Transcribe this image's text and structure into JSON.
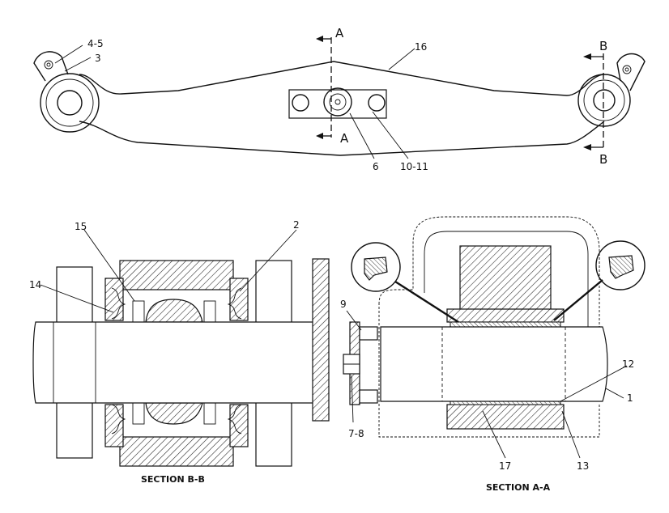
{
  "callouts": {
    "c1": "1",
    "c2": "2",
    "c3": "3",
    "c4_5": "4-5",
    "c6": "6",
    "c7_8": "7-8",
    "c9": "9",
    "c10_11": "10-11",
    "c12": "12",
    "c13": "13",
    "c14": "14",
    "c15": "15",
    "c16": "16",
    "c17": "17"
  },
  "section_markers": {
    "a_top": "A",
    "a_bottom": "A",
    "b_top": "B",
    "b_bottom": "B"
  },
  "captions": {
    "section_b": "SECTION B-B",
    "section_a": "SECTION A-A"
  }
}
